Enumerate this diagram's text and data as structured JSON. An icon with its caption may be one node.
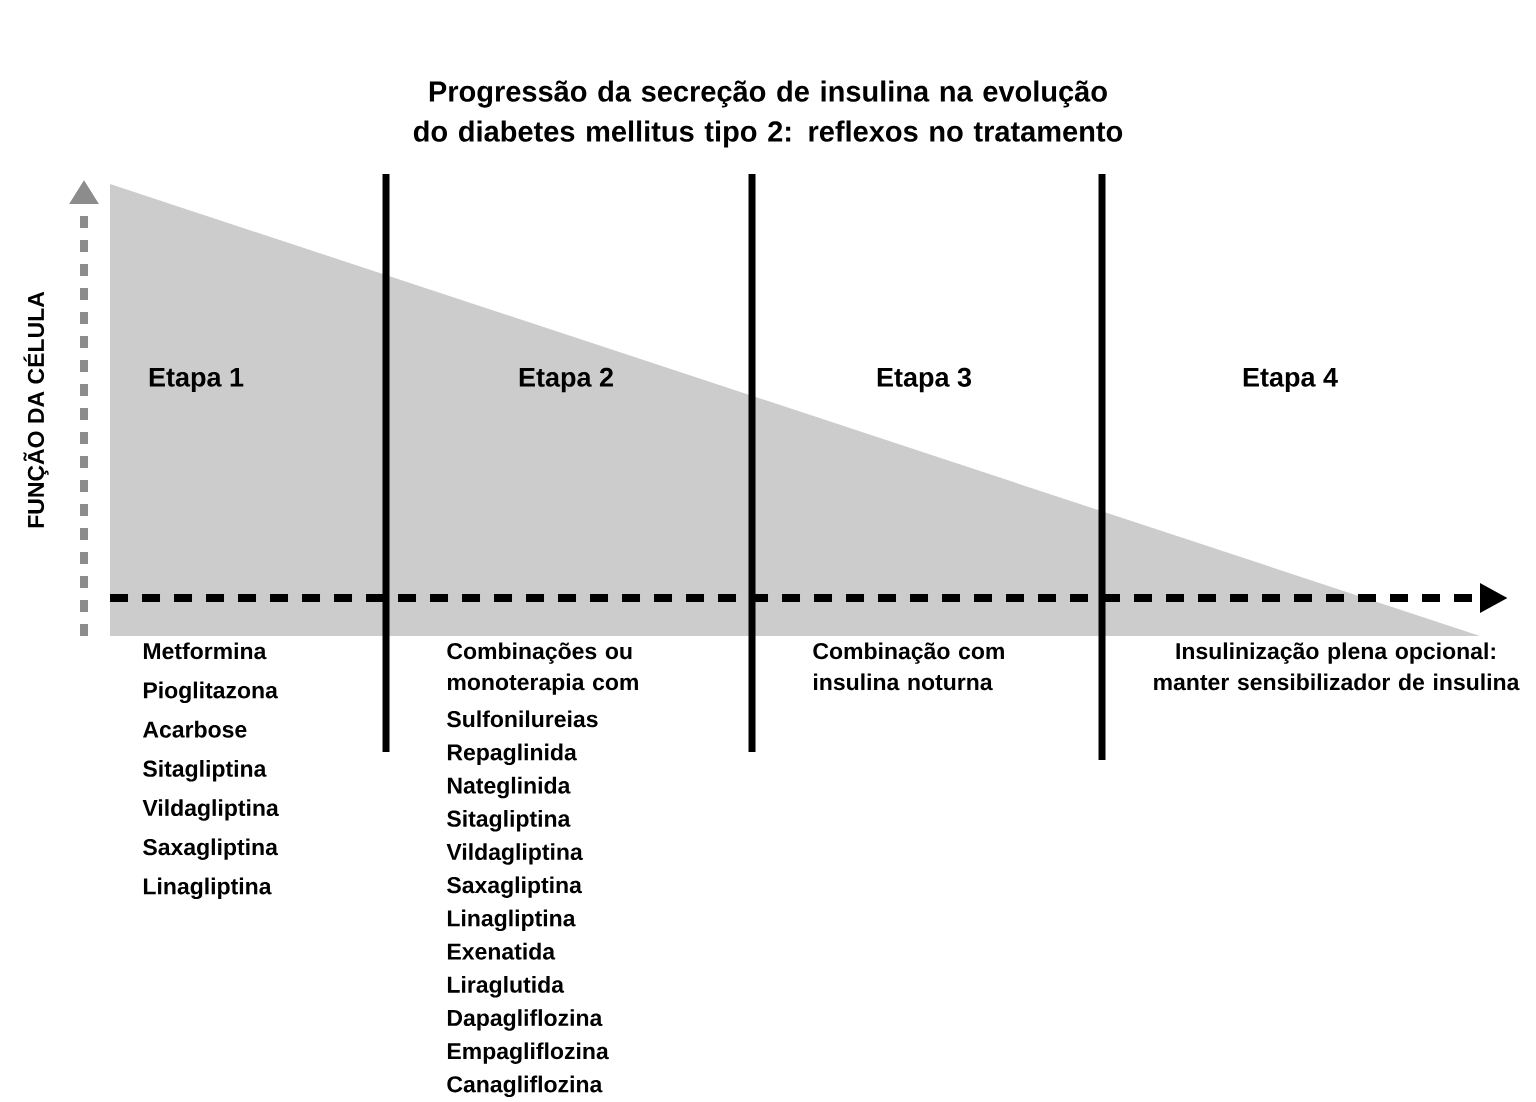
{
  "diagram": {
    "title": "Progressão da secreção de insulina na evolução do diabetes mellitus tipo 2: reflexos no tratamento",
    "labels": [
      "FUNÇÃO DA CÉLULA",
      "Etapa 1",
      "Etapa 2",
      "Etapa 3",
      "Etapa 4",
      "Metformina",
      "Pioglitazona",
      "Acarbose",
      "Sitagliptina",
      "Vildagliptina",
      "Saxagliptina",
      "Linagliptina",
      "Combinações ou monoterapia com",
      "Sulfonilureias",
      "Repaglinida",
      "Nateglinida",
      "Sitagliptina",
      "Vildagliptina",
      "Saxagliptina",
      "Linagliptina",
      "Exenatida",
      "Liraglutida",
      "Dapagliflozina",
      "Empagliflozina",
      "Canagliflozina",
      "Combinação com insulina noturna",
      "Insulinização plena opcional: manter sensibilizador de insulina"
    ]
  }
}
